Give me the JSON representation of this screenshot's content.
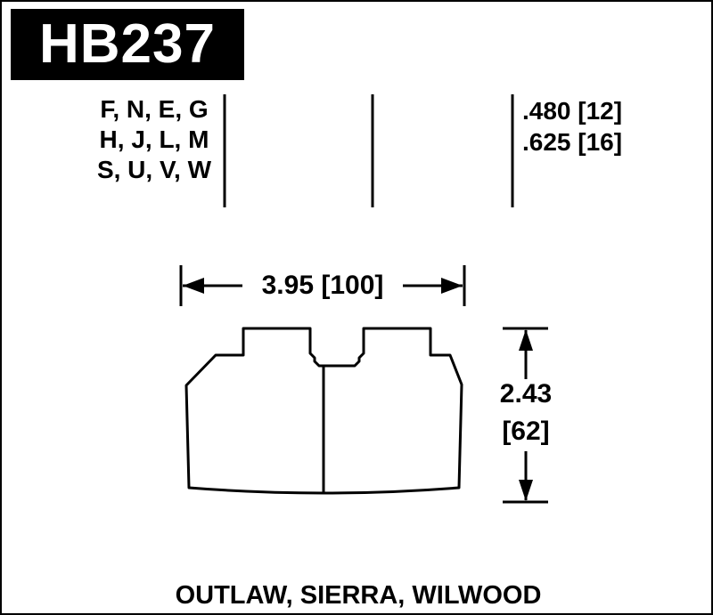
{
  "part_number": "HB237",
  "spec_table": {
    "compound_groups": [
      "F, N, E, G",
      "H, J, L, M",
      "S, U, V, W"
    ],
    "pad_thicknesses": [
      ".480 [12]",
      ".625 [16]"
    ]
  },
  "dimensions": {
    "width": "3.95 [100]",
    "height_in": "2.43",
    "height_mm": "[62]"
  },
  "applications": "OUTLAW, SIERRA, WILWOOD",
  "colors": {
    "ink": "#000000",
    "background": "#ffffff"
  }
}
